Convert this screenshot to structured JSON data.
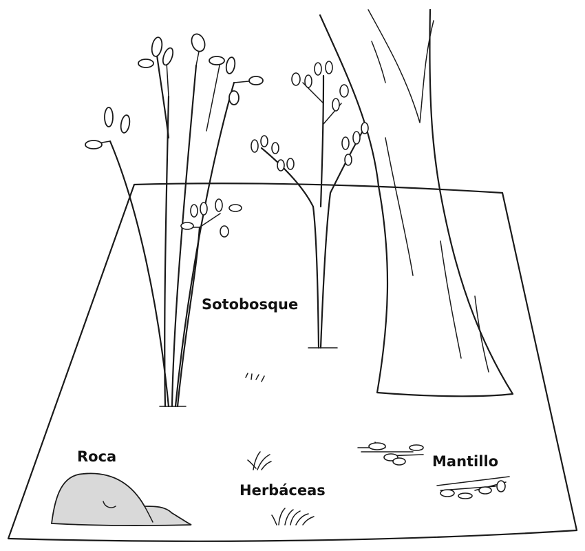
{
  "labels": {
    "sotobosque": "Sotobosque",
    "roca": "Roca",
    "herbaceas": "Herbáceas",
    "mantillo": "Mantillo"
  },
  "colors": {
    "ink": "#1a1a1a",
    "rock_fill": "#d9d9d9",
    "background": "#ffffff"
  }
}
